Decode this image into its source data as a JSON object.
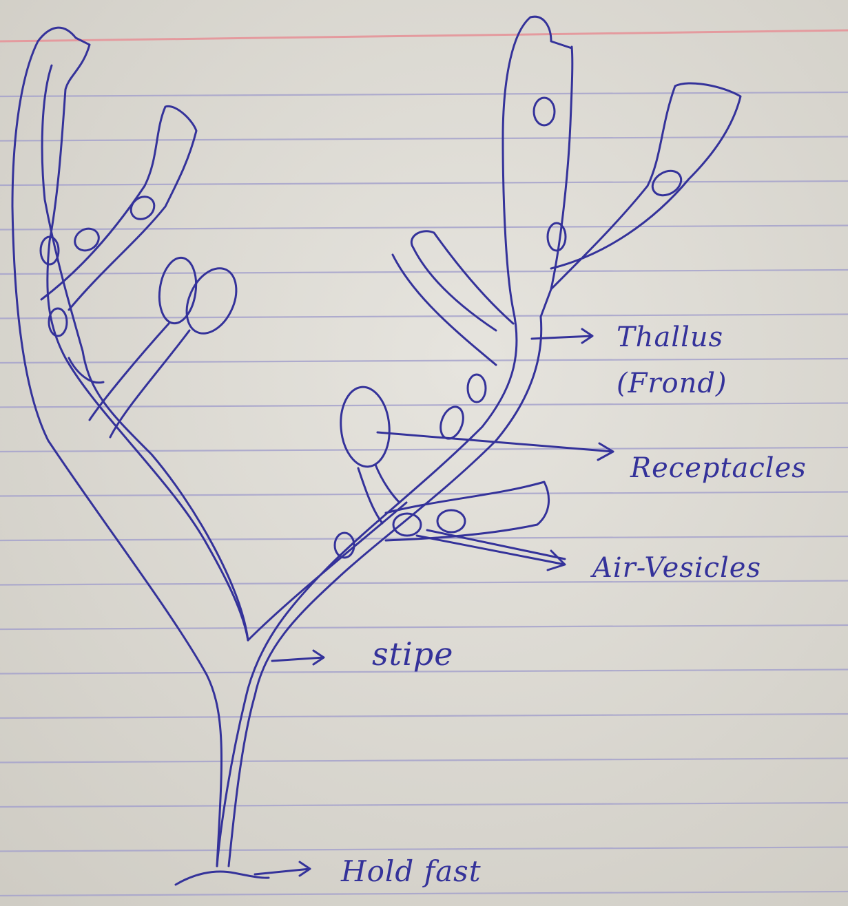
{
  "diagram": {
    "labels": {
      "thallus": "Thallus",
      "frond": "(Frond)",
      "receptacles": "Receptacles",
      "air_vesicles": "Air-Vesicles",
      "stipe": "stipe",
      "holdfast": "Hold fast"
    }
  },
  "colors": {
    "paper": "#dcdad3",
    "rule_blue": "#a6a3cc",
    "margin_red": "#e49a9e",
    "ink": "#34329a"
  }
}
